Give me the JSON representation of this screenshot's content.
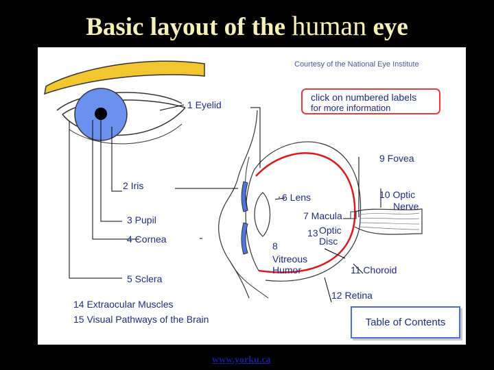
{
  "slide": {
    "title_part1": "Basic layout of the ",
    "title_part2": "human",
    "title_part3": " eye",
    "footer_link": "www.yorku.ca"
  },
  "diagram": {
    "credit": "Courtesy of the National Eye Institute",
    "info_box": {
      "line1": "click on numbered labels",
      "line2": "for more information"
    },
    "toc_button": "Table of Contents",
    "labels": {
      "eyelid": "1  Eyelid",
      "iris": "2  Iris",
      "pupil": "3  Pupil",
      "cornea": "4  Cornea",
      "sclera": "5  Sclera",
      "lens": "6  Lens",
      "macula": "7 Macula",
      "vitreous_num": "8",
      "vitreous_line1": "Vitreous",
      "vitreous_line2": "Humor",
      "fovea": "9  Fovea",
      "optic_nerve_line1": "10  Optic",
      "optic_nerve_line2": "Nerve",
      "choroid": "11 Choroid",
      "retina": "12  Retina",
      "optic_disc_num": "13",
      "optic_disc_line1": "Optic",
      "optic_disc_line2": "Disc",
      "extraocular": "14 Extraocular Muscles",
      "visual_pathways": "15 Visual Pathways of the Brain"
    },
    "colors": {
      "eyebrow": "#f2c631",
      "iris": "#6a91ee",
      "retina": "#e01818",
      "lens": "#4f74dc",
      "label_text": "#1e2a85",
      "title": "#f7efb8"
    }
  }
}
